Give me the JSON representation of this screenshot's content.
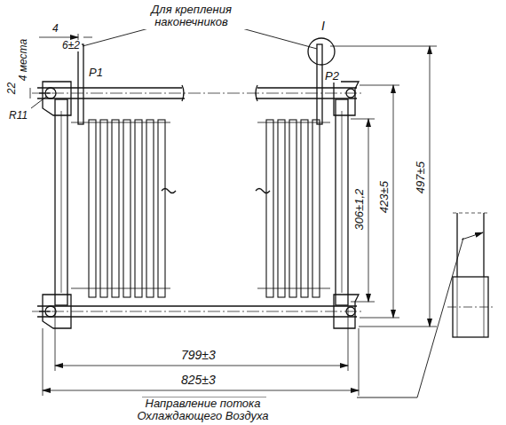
{
  "diagram": {
    "labels": [
      "Для крепления наконечников",
      "I",
      "4",
      "6±2",
      "22",
      "4 места",
      "R11",
      "P1",
      "P2",
      "306±1,2",
      "423±5",
      "497±5",
      "799±3",
      "825±3",
      "Направление потока Охлаждающего Воздуха"
    ]
  }
}
